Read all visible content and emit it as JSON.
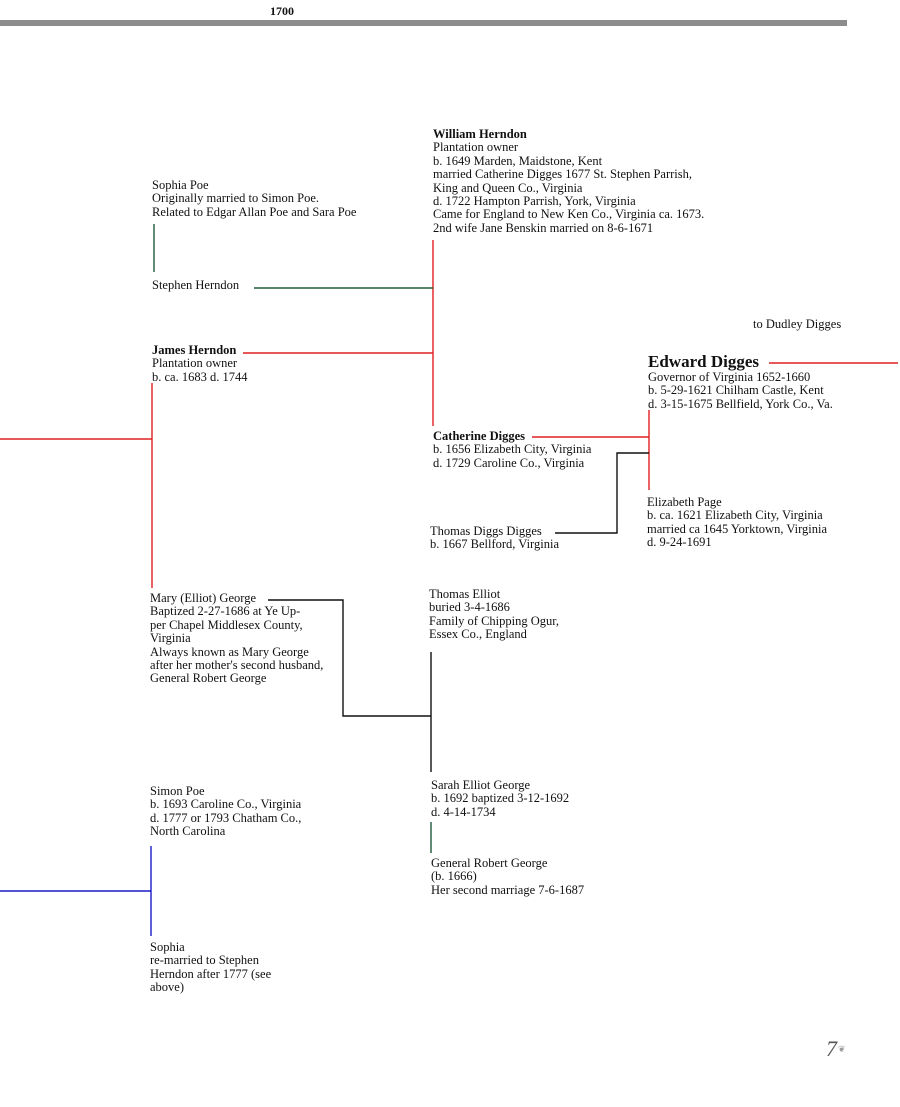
{
  "header": {
    "year": "1700"
  },
  "nodes": {
    "william_herndon": {
      "name": "William Herndon",
      "lines": [
        "Plantation owner",
        "b. 1649 Marden, Maidstone, Kent",
        "married Catherine Digges 1677 St. Stephen Parrish,",
        "King and Queen Co., Virginia",
        "d. 1722 Hampton Parrish, York, Virginia",
        "Came for England to New Ken Co., Virginia ca. 1673.",
        "2nd wife Jane Benskin married on 8-6-1671"
      ]
    },
    "sophia_poe": {
      "name": "Sophia Poe",
      "lines": [
        "Originally married to Simon Poe.",
        "Related to Edgar Allan Poe and Sara Poe"
      ]
    },
    "stephen_herndon": {
      "name": "Stephen Herndon",
      "lines": []
    },
    "dudley_digges": {
      "name": "to Dudley Digges",
      "lines": []
    },
    "james_herndon": {
      "name": "James Herndon",
      "lines": [
        "Plantation owner",
        "b. ca. 1683  d. 1744"
      ]
    },
    "edward_digges": {
      "name": "Edward Digges",
      "lines": [
        "Governor of Virginia 1652-1660",
        "b. 5-29-1621 Chilham Castle, Kent",
        "d. 3-15-1675 Bellfield, York Co., Va."
      ]
    },
    "catherine_digges": {
      "name": "Catherine Digges",
      "lines": [
        "b.  1656 Elizabeth City, Virginia",
        "d. 1729 Caroline Co., Virginia"
      ]
    },
    "elizabeth_page": {
      "name": "Elizabeth Page",
      "lines": [
        "b. ca. 1621 Elizabeth City, Virginia",
        "married ca 1645 Yorktown, Virginia",
        "d. 9-24-1691"
      ]
    },
    "thomas_diggs_digges": {
      "name": "Thomas Diggs Digges",
      "lines": [
        "b. 1667 Bellford, Virginia"
      ]
    },
    "mary_george": {
      "name": "Mary (Elliot) George",
      "lines": [
        "Baptized 2-27-1686 at Ye Up-",
        "per Chapel Middlesex County,",
        "Virginia",
        "Always known as Mary George",
        "after her mother's second husband,",
        "General Robert George"
      ]
    },
    "thomas_elliot": {
      "name": "Thomas Elliot",
      "lines": [
        "buried 3-4-1686",
        "Family of Chipping Ogur,",
        "Essex Co., England"
      ]
    },
    "sarah_elliot_george": {
      "name": "Sarah Elliot George",
      "lines": [
        "b. 1692   baptized 3-12-1692",
        "d. 4-14-1734"
      ]
    },
    "general_robert_george": {
      "name": "General Robert George",
      "lines": [
        "(b. 1666)",
        "Her second marriage 7-6-1687"
      ]
    },
    "simon_poe": {
      "name": "Simon Poe",
      "lines": [
        "b. 1693  Caroline Co., Virginia",
        "d. 1777 or 1793 Chatham Co.,",
        "North Carolina"
      ]
    },
    "sophia": {
      "name": "Sophia",
      "lines": [
        "re-married to Stephen",
        "Herndon after 1777 (see",
        "above)"
      ]
    }
  },
  "colors": {
    "red": "#e02020",
    "black": "#111111",
    "green": "#1f5a3c",
    "blue": "#1a1ac8",
    "rule": "#8c8c8c"
  },
  "footer": {
    "page_number": "7"
  }
}
